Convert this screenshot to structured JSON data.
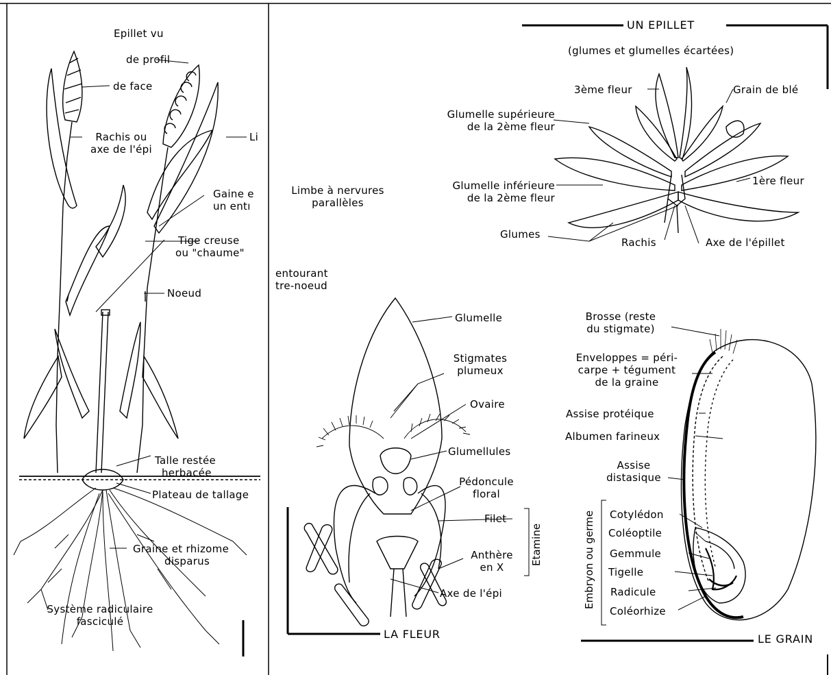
{
  "plant": {
    "epillet_vu": "Epillet vu",
    "de_profil": "de profil",
    "de_face": "de face",
    "rachis_1": "Rachis ou",
    "rachis_2": "axe de l'épi",
    "li": "Li",
    "gaine_1": "Gaine e",
    "gaine_2": "un entı",
    "tige_1": "Tige creuse",
    "tige_2": "ou \"chaume\"",
    "noeud": "Noeud",
    "talle_1": "Talle restée",
    "talle_2": "herbacée",
    "plateau": "Plateau de tallage",
    "graine_1": "Graine et rhizome",
    "graine_2": "disparus",
    "systeme_1": "Système radiculaire",
    "systeme_2": "fasciculé"
  },
  "middle": {
    "limbe_1": "Limbe à nervures",
    "limbe_2": "parallèles",
    "entourant_1": "entourant",
    "entourant_2": "tre-noeud"
  },
  "epillet": {
    "title": "UN EPILLET",
    "subtitle": "(glumes et glumelles écartées)",
    "fleur3": "3ème fleur",
    "grain": "Grain de blé",
    "glumelle_sup_1": "Glumelle supérieure",
    "glumelle_sup_2": "de la 2ème fleur",
    "glumelle_inf_1": "Glumelle inférieure",
    "glumelle_inf_2": "de la 2ème fleur",
    "fleur1": "1ère fleur",
    "glumes": "Glumes",
    "rachis": "Rachis",
    "axe": "Axe de l'épillet"
  },
  "fleur": {
    "title": "LA FLEUR",
    "glumelle": "Glumelle",
    "stigmates_1": "Stigmates",
    "stigmates_2": "plumeux",
    "ovaire": "Ovaire",
    "glumellules": "Glumellules",
    "pedoncule_1": "Pédoncule",
    "pedoncule_2": "floral",
    "filet": "Filet",
    "anthere_1": "Anthère",
    "anthere_2": "en X",
    "etamine": "Etamine",
    "axe": "Axe de l'épi"
  },
  "grain": {
    "title": "LE GRAIN",
    "brosse_1": "Brosse (reste",
    "brosse_2": "du stigmate)",
    "enveloppes_1": "Enveloppes = péri-",
    "enveloppes_2": "carpe + tégument",
    "enveloppes_3": "de la graine",
    "assise_prot": "Assise protéique",
    "albumen": "Albumen farineux",
    "assise_dist_1": "Assise",
    "assise_dist_2": "distasique",
    "cotyledon": "Cotylédon",
    "coleoptile": "Coléoptile",
    "gemmule": "Gemmule",
    "tigelle": "Tigelle",
    "radicule": "Radicule",
    "coleorhize": "Coléorhize",
    "embryon": "Embryon ou germe"
  }
}
